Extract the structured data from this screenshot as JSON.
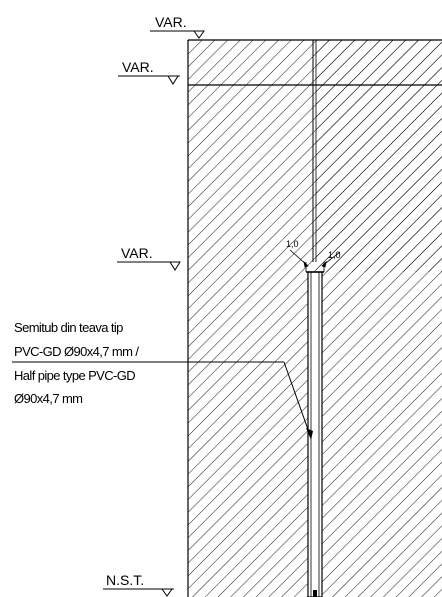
{
  "levels": {
    "top": "VAR.",
    "upper": "VAR.",
    "middle": "VAR.",
    "ground": "N.S.T."
  },
  "dimensions": {
    "left": "1,0",
    "right": "1,0"
  },
  "annotation": {
    "line1": "Semitub din teava tip",
    "line2": "PVC-GD Ø90x4,7 mm /",
    "line3": "Half pipe type PVC-GD",
    "line4": "Ø90x4,7 mm"
  },
  "colors": {
    "ink": "#000000",
    "hatch": "#000000",
    "background": "#ffffff"
  }
}
